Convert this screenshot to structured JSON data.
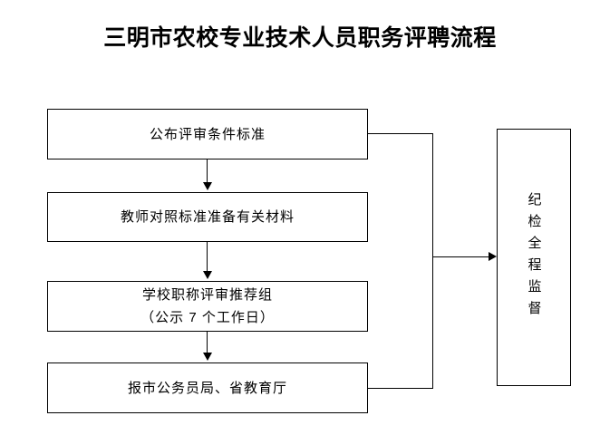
{
  "document": {
    "title": "三明市农校专业技术人员职务评聘流程",
    "background_color": "#ffffff",
    "line_color": "#000000",
    "text_color": "#000000"
  },
  "flowchart": {
    "nodes": [
      {
        "id": "n1",
        "label": "公布评审条件标准",
        "label2": ""
      },
      {
        "id": "n2",
        "label": "教师对照标准准备有关材料",
        "label2": ""
      },
      {
        "id": "n3",
        "label": "学校职称评审推荐组",
        "label2": "（公示 7 个工作日）"
      },
      {
        "id": "n4",
        "label": "报市公务员局、省教育厅",
        "label2": ""
      }
    ],
    "monitor": {
      "id": "monitor",
      "label": "纪检全程监督"
    },
    "connectors": [
      {
        "from": "n1",
        "to": "n2",
        "type": "arrow-down"
      },
      {
        "from": "n2",
        "to": "n3",
        "type": "arrow-down"
      },
      {
        "from": "n3",
        "to": "n4",
        "type": "arrow-down"
      },
      {
        "from": "n1",
        "to": "monitor",
        "type": "bracket-right"
      },
      {
        "from": "n4",
        "to": "monitor",
        "type": "bracket-right"
      }
    ]
  }
}
